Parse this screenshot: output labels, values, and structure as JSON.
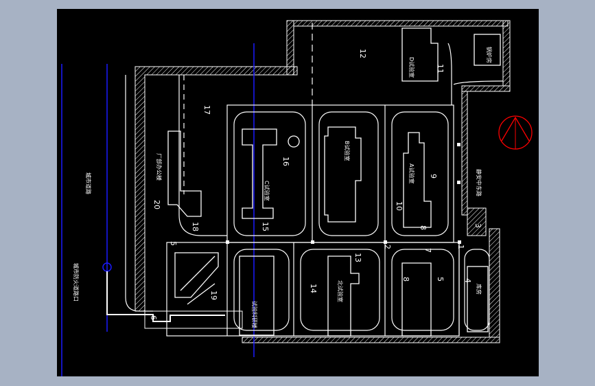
{
  "drawing": {
    "background_color": "#000000",
    "frame_color": "#a7b2c4",
    "line_color": "#ffffff",
    "axis_color": "#1a1aff",
    "north_symbol_color": "#ff0000"
  },
  "labels": {
    "boiler_room": "锅炉房",
    "d_workshop": "D试验室",
    "factory_office": "厂部办公楼",
    "c_workshop": "C试验室",
    "b_workshop": "B试验室",
    "a_workshop": "A试验室",
    "north_workshop": "北试验室",
    "storage": "库房",
    "test_lab": "试验科研楼",
    "east_road": "静安中东路",
    "west_road": "城市道路",
    "west_access": "城市防火道路口"
  },
  "numbers": {
    "n1": "1",
    "n2": "2",
    "n3": "3",
    "n4": "4",
    "n5": "5",
    "n5b": "5",
    "n6": "6",
    "n7": "7",
    "n8": "8",
    "n8b": "8",
    "n9": "9",
    "n10": "10",
    "n11": "11",
    "n12": "12",
    "n13": "13",
    "n14": "14",
    "n15": "15",
    "n16": "16",
    "n17": "17",
    "n18": "18",
    "n19": "19",
    "n20": "20"
  }
}
